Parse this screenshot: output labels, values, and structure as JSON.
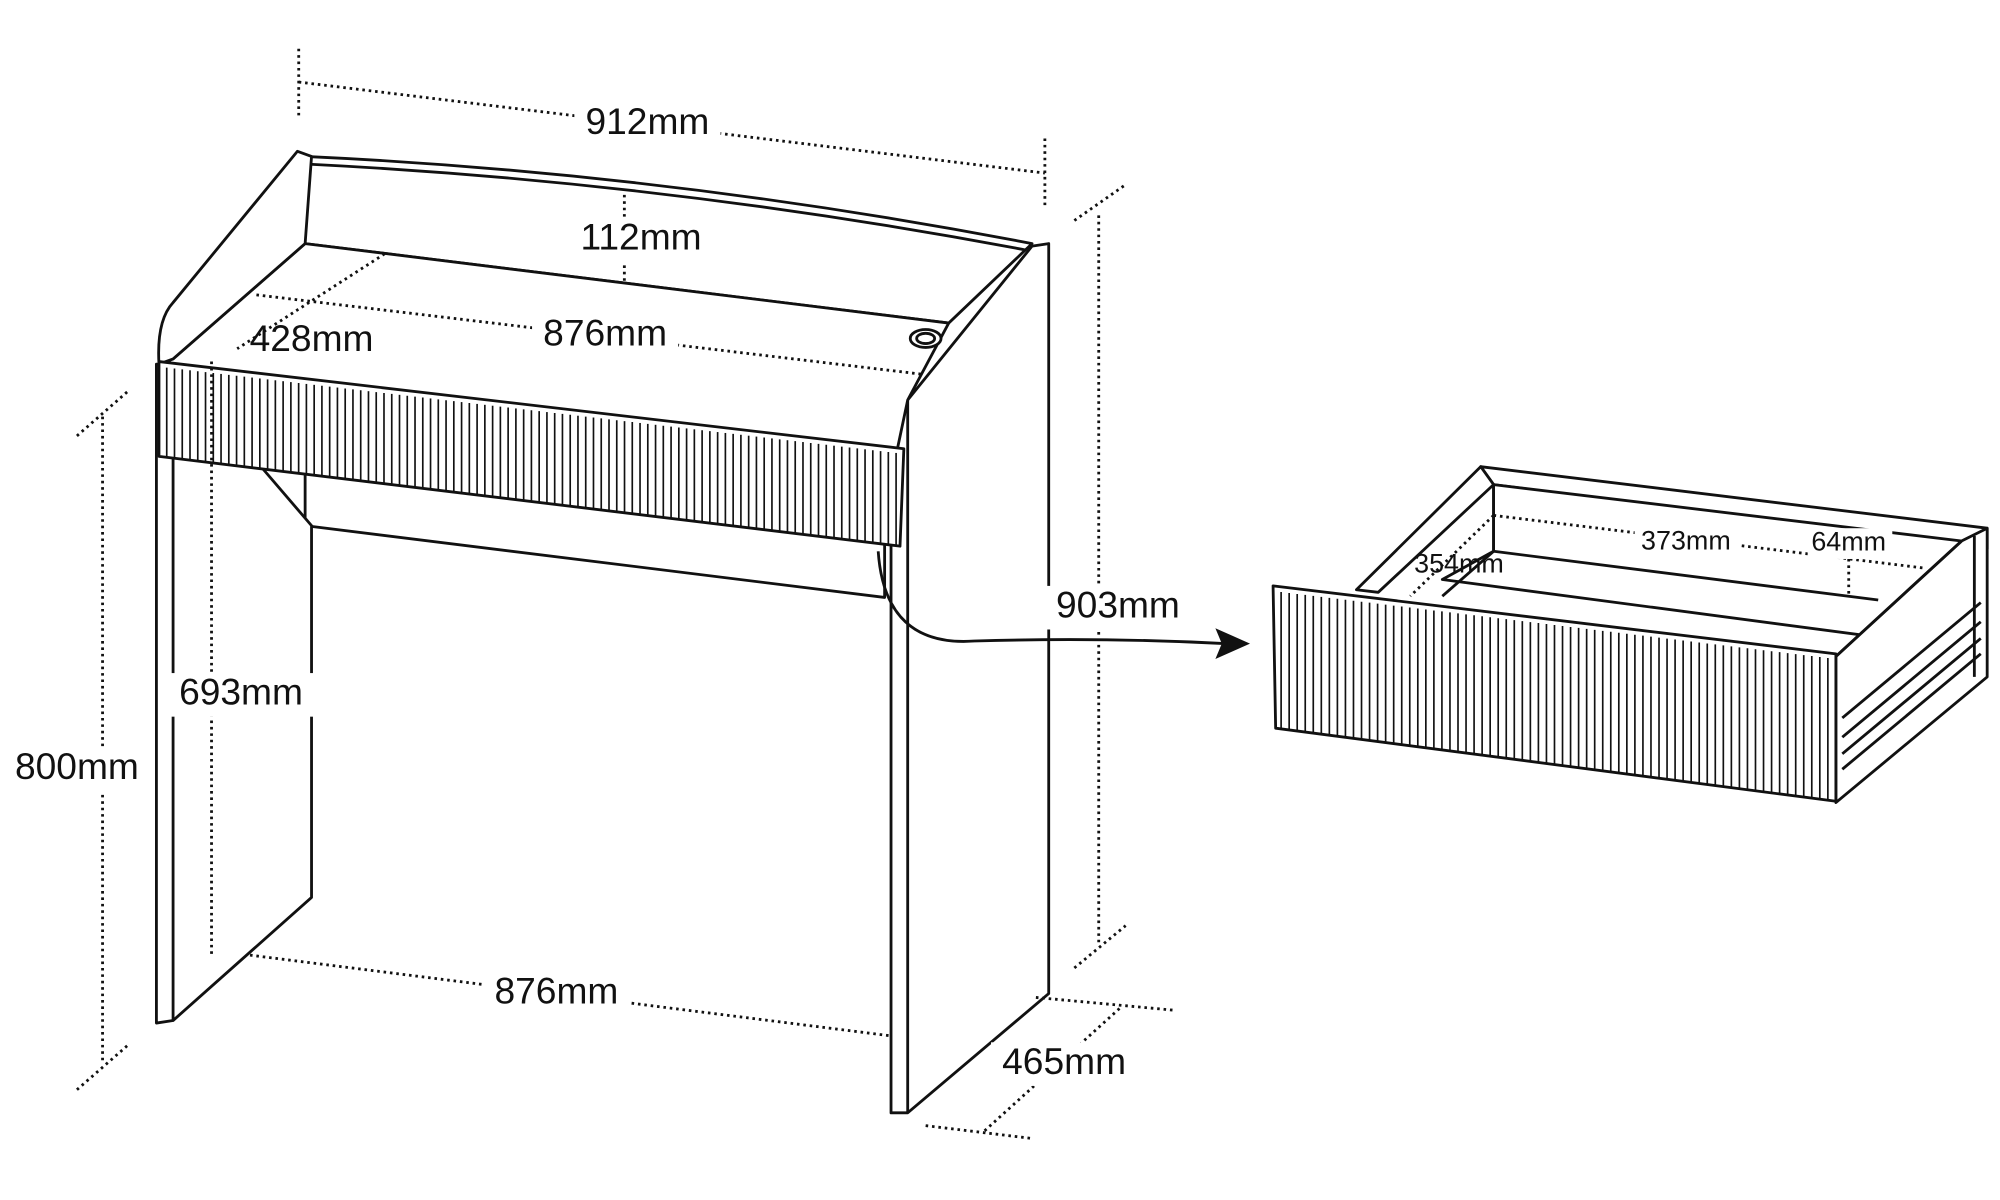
{
  "title": "Dressing table dimension drawing",
  "desk": {
    "width_overall": "912mm",
    "back_panel_height": "112mm",
    "top_depth": "428mm",
    "top_inner_width": "876mm",
    "total_height": "903mm",
    "leg_clearance_height": "693mm",
    "top_surface_height": "800mm",
    "leg_inner_width": "876mm",
    "depth": "465mm"
  },
  "drawer": {
    "inner_depth": "354mm",
    "inner_width": "373mm",
    "inner_height": "64mm"
  },
  "colors": {
    "line": "#111111",
    "background": "#ffffff"
  }
}
